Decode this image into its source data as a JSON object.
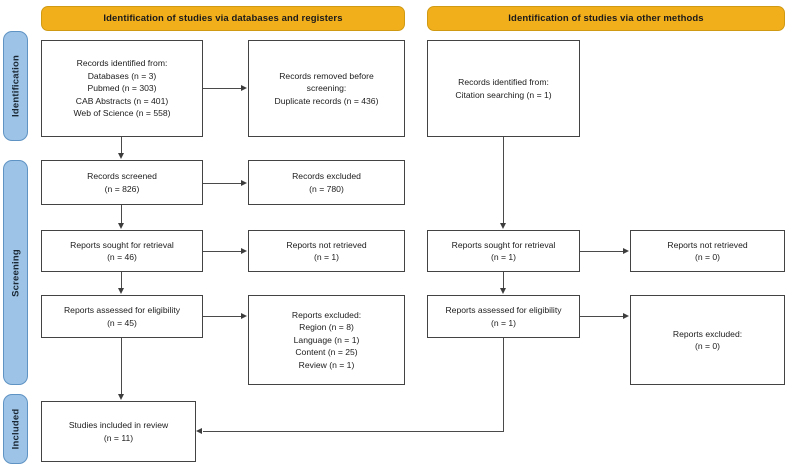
{
  "diagram": {
    "title": "PRISMA 2020 flow diagram",
    "colors": {
      "header_orange": "#F2AF1C",
      "rail_blue": "#9DC3E6",
      "box_border": "#434343",
      "connector": "#4a4a4a",
      "background": "#ffffff"
    }
  },
  "headers": [
    {
      "label": "Identification of studies via databases and registers"
    },
    {
      "label": "Identification of studies via other methods"
    }
  ],
  "rails": [
    {
      "label": "Identification"
    },
    {
      "label": "Screening"
    },
    {
      "label": "Included"
    }
  ],
  "boxes": {
    "db_identified": "Records identified from:\nDatabases (n = 3)\nPubmed (n = 303)\nCAB Abstracts (n = 401)\nWeb of Science (n = 558)",
    "db_removed": "Records removed before\nscreening:\nDuplicate records (n = 436)",
    "other_identified": "Records identified from:\nCitation searching (n = 1)",
    "records_screened": "Records screened\n(n = 826)",
    "records_excluded": "Records excluded\n(n = 780)",
    "db_reports_sought": "Reports sought for retrieval\n(n = 46)",
    "db_reports_not_retrieved": "Reports not retrieved\n(n = 1)",
    "other_reports_sought": "Reports sought for retrieval\n(n = 1)",
    "other_reports_not_retrieved": "Reports not retrieved\n(n = 0)",
    "db_reports_assessed": "Reports assessed for eligibility\n(n = 45)",
    "db_reports_excluded": "Reports excluded:\nRegion (n = 8)\nLanguage (n = 1)\nContent (n = 25)\nReview (n = 1)",
    "other_reports_assessed": "Reports assessed for eligibility\n(n = 1)",
    "other_reports_excluded": "Reports excluded:\n(n = 0)",
    "studies_included": "Studies included in review\n(n = 11)"
  },
  "chart_data": {
    "type": "diagram",
    "title": "PRISMA 2020 flow diagram",
    "columns": [
      "Identification of studies via databases and registers",
      "Identification of studies via other methods"
    ],
    "stages": [
      "Identification",
      "Screening",
      "Included"
    ],
    "nodes": [
      {
        "id": "db_identified",
        "stage": "Identification",
        "column": 1,
        "label": "Records identified from",
        "counts": {
          "Databases": 3,
          "Pubmed": 303,
          "CAB Abstracts": 401,
          "Web of Science": 558
        }
      },
      {
        "id": "db_removed",
        "stage": "Identification",
        "column": 1,
        "label": "Records removed before screening: Duplicate records",
        "counts": {
          "Duplicate records": 436
        }
      },
      {
        "id": "other_identified",
        "stage": "Identification",
        "column": 2,
        "label": "Records identified from: Citation searching",
        "counts": {
          "Citation searching": 1
        }
      },
      {
        "id": "records_screened",
        "stage": "Screening",
        "column": 1,
        "label": "Records screened",
        "counts": {
          "n": 826
        }
      },
      {
        "id": "records_excluded",
        "stage": "Screening",
        "column": 1,
        "label": "Records excluded",
        "counts": {
          "n": 780
        }
      },
      {
        "id": "db_reports_sought",
        "stage": "Screening",
        "column": 1,
        "label": "Reports sought for retrieval",
        "counts": {
          "n": 46
        }
      },
      {
        "id": "db_reports_not_retrieved",
        "stage": "Screening",
        "column": 1,
        "label": "Reports not retrieved",
        "counts": {
          "n": 1
        }
      },
      {
        "id": "db_reports_assessed",
        "stage": "Screening",
        "column": 1,
        "label": "Reports assessed for eligibility",
        "counts": {
          "n": 45
        }
      },
      {
        "id": "db_reports_excluded",
        "stage": "Screening",
        "column": 1,
        "label": "Reports excluded",
        "counts": {
          "Region": 8,
          "Language": 1,
          "Content": 25,
          "Review": 1
        }
      },
      {
        "id": "other_reports_sought",
        "stage": "Screening",
        "column": 2,
        "label": "Reports sought for retrieval",
        "counts": {
          "n": 1
        }
      },
      {
        "id": "other_reports_not_retrieved",
        "stage": "Screening",
        "column": 2,
        "label": "Reports not retrieved",
        "counts": {
          "n": 0
        }
      },
      {
        "id": "other_reports_assessed",
        "stage": "Screening",
        "column": 2,
        "label": "Reports assessed for eligibility",
        "counts": {
          "n": 1
        }
      },
      {
        "id": "other_reports_excluded",
        "stage": "Screening",
        "column": 2,
        "label": "Reports excluded",
        "counts": {
          "n": 0
        }
      },
      {
        "id": "studies_included",
        "stage": "Included",
        "column": 1,
        "label": "Studies included in review",
        "counts": {
          "n": 11
        }
      }
    ],
    "edges": [
      {
        "from": "db_identified",
        "to": "db_removed",
        "direction": "right"
      },
      {
        "from": "db_identified",
        "to": "records_screened",
        "direction": "down"
      },
      {
        "from": "records_screened",
        "to": "records_excluded",
        "direction": "right"
      },
      {
        "from": "records_screened",
        "to": "db_reports_sought",
        "direction": "down"
      },
      {
        "from": "db_reports_sought",
        "to": "db_reports_not_retrieved",
        "direction": "right"
      },
      {
        "from": "db_reports_sought",
        "to": "db_reports_assessed",
        "direction": "down"
      },
      {
        "from": "db_reports_assessed",
        "to": "db_reports_excluded",
        "direction": "right"
      },
      {
        "from": "db_reports_assessed",
        "to": "studies_included",
        "direction": "down"
      },
      {
        "from": "other_identified",
        "to": "other_reports_sought",
        "direction": "down"
      },
      {
        "from": "other_reports_sought",
        "to": "other_reports_not_retrieved",
        "direction": "right"
      },
      {
        "from": "other_reports_sought",
        "to": "other_reports_assessed",
        "direction": "down"
      },
      {
        "from": "other_reports_assessed",
        "to": "other_reports_excluded",
        "direction": "right"
      },
      {
        "from": "other_reports_assessed",
        "to": "studies_included",
        "direction": "down-left"
      }
    ]
  }
}
